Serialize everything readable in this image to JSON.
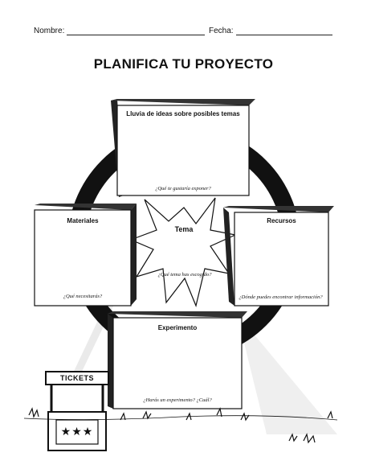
{
  "header": {
    "name_label": "Nombre:",
    "date_label": "Fecha:"
  },
  "title": "PLANIFICA TU PROYECTO",
  "boxes": {
    "top": {
      "label": "Lluvia de ideas sobre posibles temas",
      "question": "¿Qué te gustaría exponer?"
    },
    "left": {
      "label": "Materiales",
      "question": "¿Qué necesitarás?"
    },
    "right": {
      "label": "Recursos",
      "question": "¿Dónde puedes encontrar información?"
    },
    "bottom": {
      "label": "Experimento",
      "question": "¿Harás un experimento? ¿Cuál?"
    }
  },
  "center": {
    "label": "Tema",
    "question": "¿Qué tema has escogido?"
  },
  "booth": {
    "sign": "TICKETS",
    "stars": "★★★"
  },
  "colors": {
    "ink": "#111111",
    "paper": "#ffffff"
  }
}
